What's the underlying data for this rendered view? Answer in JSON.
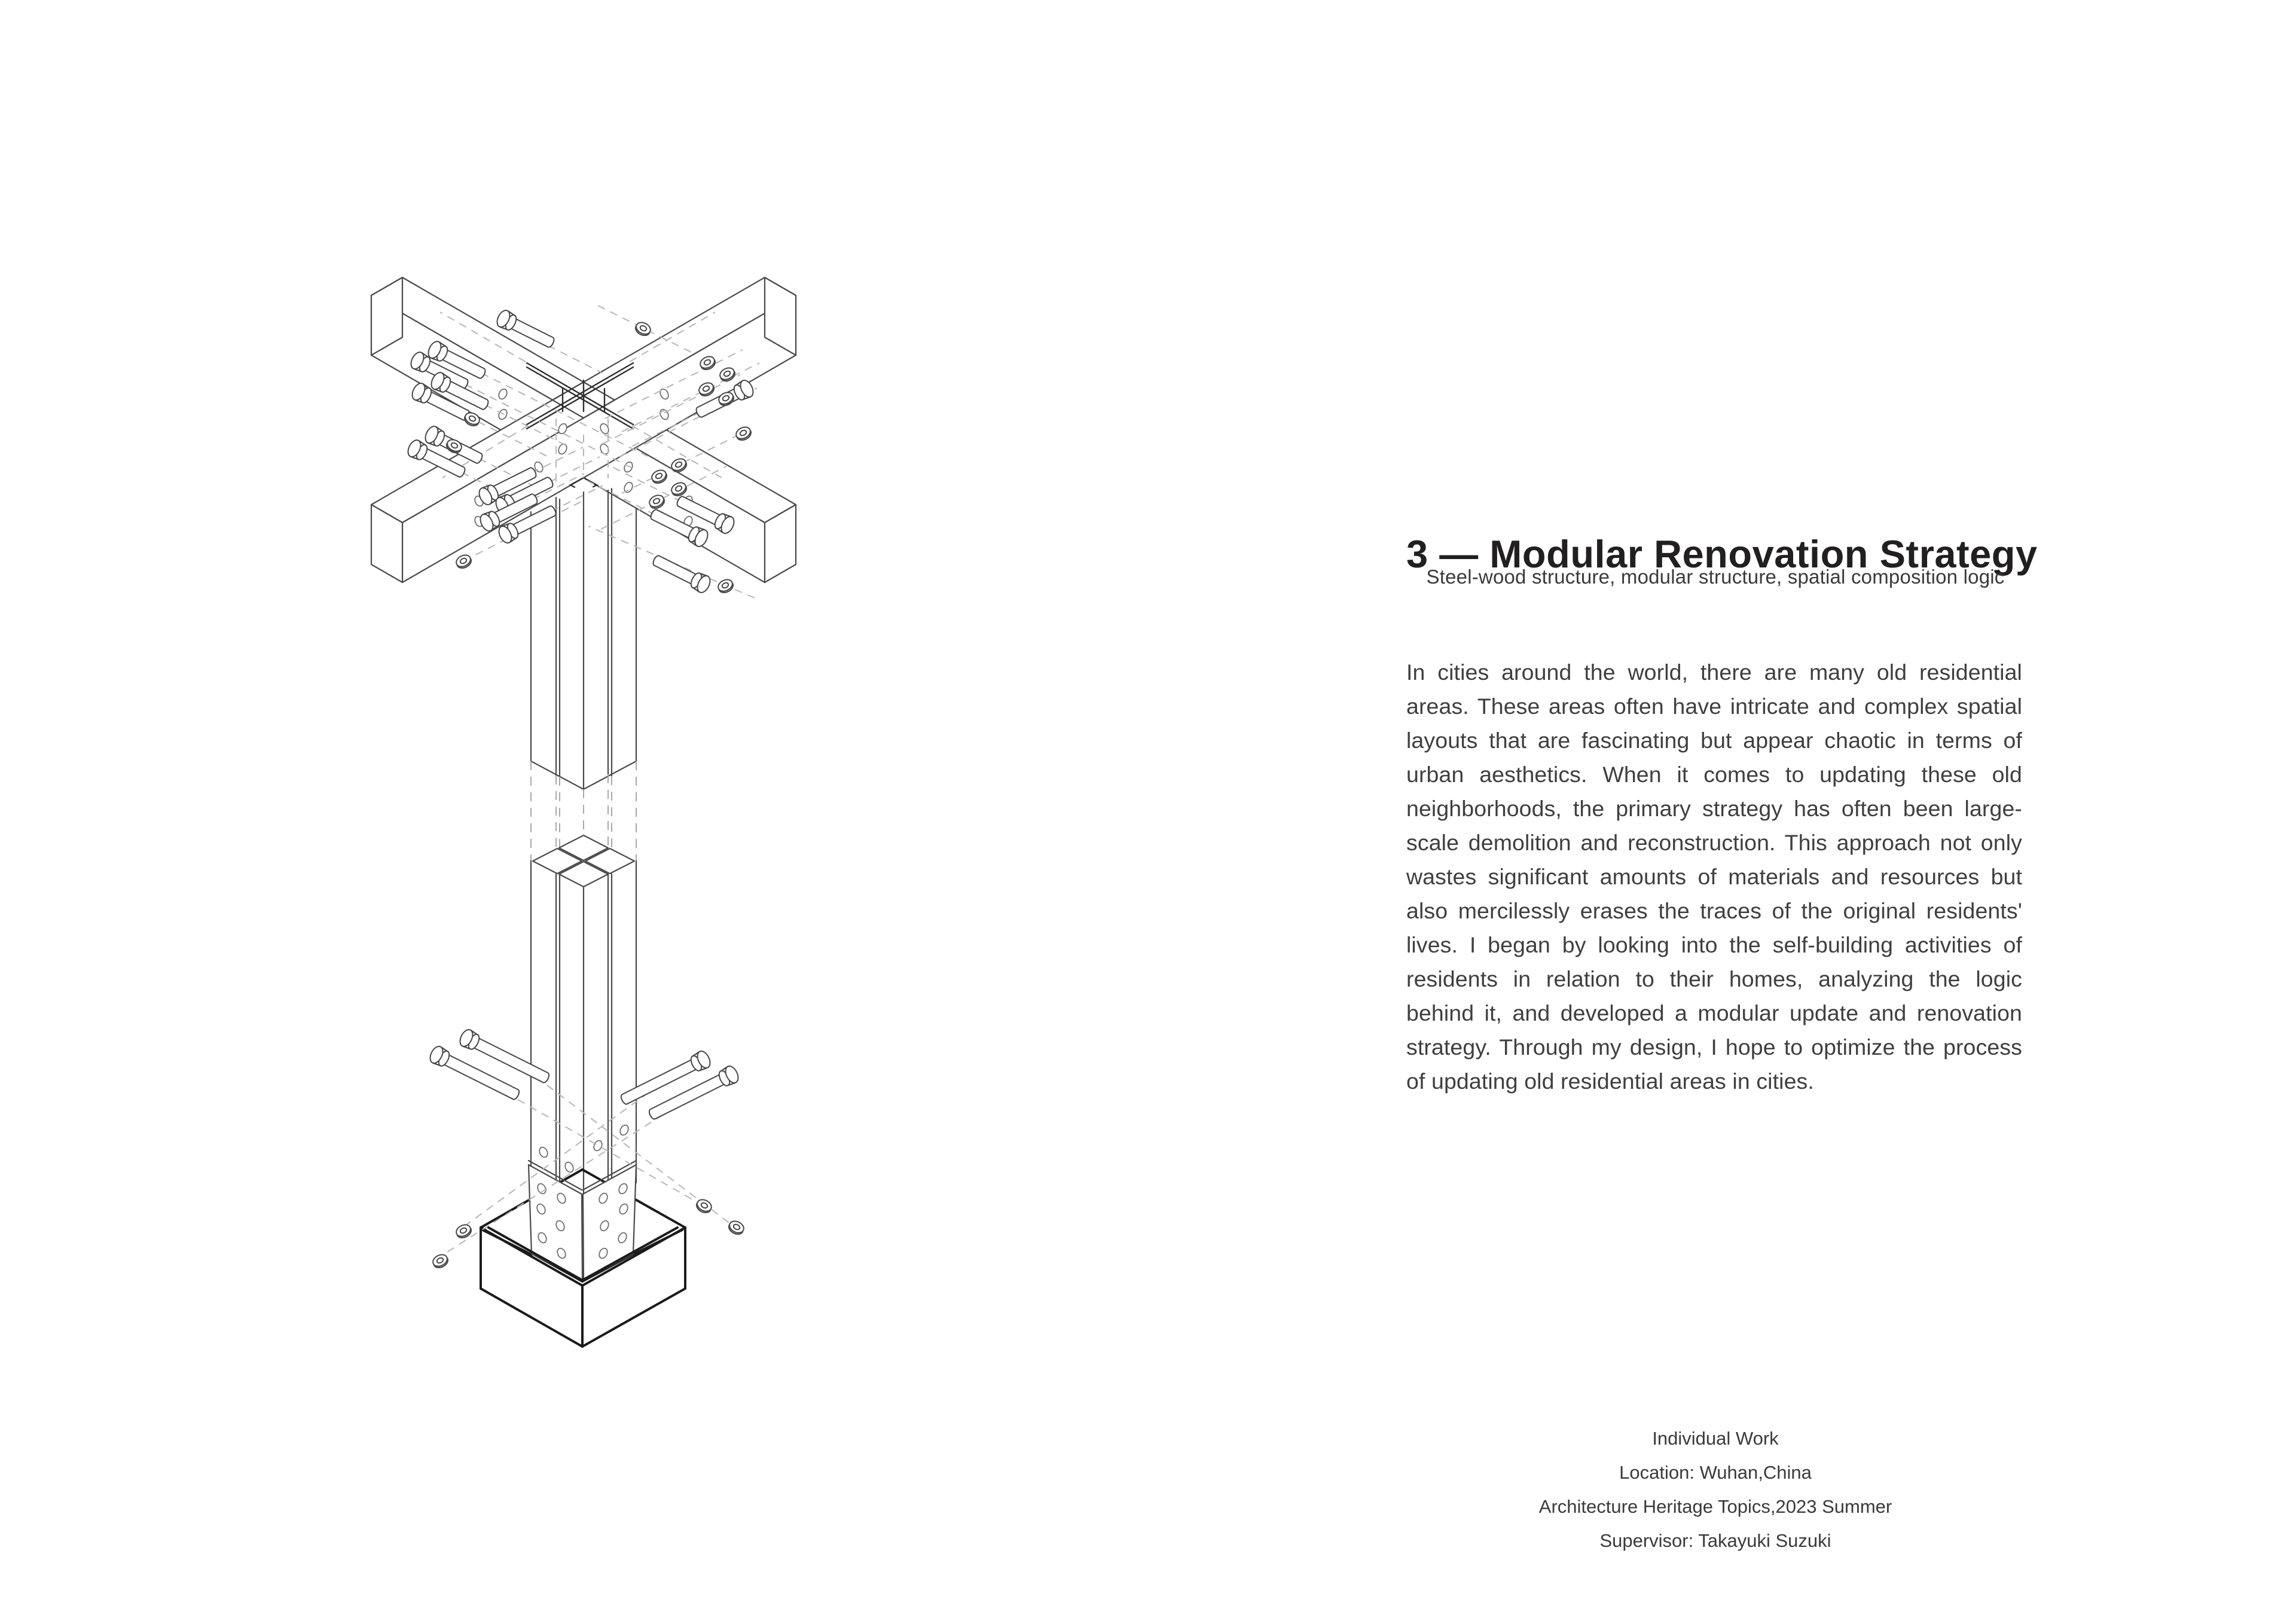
{
  "page": {
    "background": "#ffffff"
  },
  "header": {
    "title": "3 — Modular Renovation Strategy",
    "subtitle": "Steel-wood structure, modular structure, spatial composition logic"
  },
  "body": {
    "paragraph": "In cities around the world, there are many old residential areas. These areas often have intricate and complex spatial layouts that are fascinating but appear chaotic in terms of urban aesthetics. When it comes to updating these old neighborhoods, the primary strategy has often been large-scale demolition and reconstruction. This approach not only wastes significant amounts of materials and resources but also mercilessly erases the traces of the original residents' lives. I began by looking into the self-building activities of residents in relation to their homes, analyzing the logic behind it, and developed a modular update and renovation strategy. Through my design, I hope to optimize the process of updating old residential areas in cities."
  },
  "credits": {
    "lines": [
      "Individual Work",
      "Location: Wuhan,China",
      "Architecture Heritage Topics,2023 Summer",
      "Supervisor: Takayuki Suzuki"
    ]
  },
  "illustration": {
    "type": "exploded-axonometric-drawing",
    "parts": [
      "crossing timber beam x",
      "crossing timber beam y",
      "steel cross connector plate",
      "column cap",
      "upper column segment (2x2 posts)",
      "lower column segment (2x2 posts)",
      "steel base shoe fins with bolt holes",
      "concrete footing formwork box",
      "bolts",
      "nuts"
    ],
    "colors": {
      "line": "#4a4a4a",
      "bold_line": "#1b1b1b",
      "dashed": "#b6b6b6",
      "paper": "#ffffff"
    }
  }
}
